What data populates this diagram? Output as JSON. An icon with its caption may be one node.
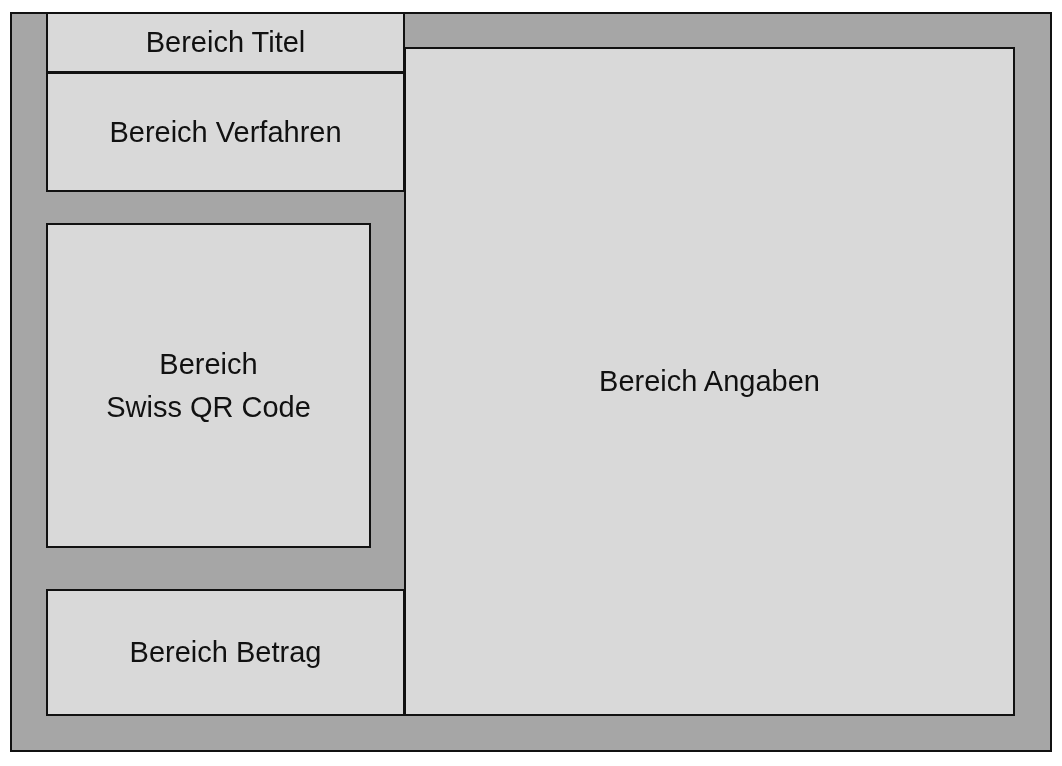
{
  "diagram": {
    "nodes": [
      {
        "text": [],
        "shape": "box"
      },
      {
        "text": [
          "Bereich Titel"
        ],
        "in": 0
      },
      {
        "text": [
          "Bereich Verfahren"
        ],
        "in": 0
      },
      {
        "text": [
          "Bereich Swiss QR Code"
        ],
        "in": 0
      },
      {
        "text": [
          "Bereich Angaben"
        ],
        "in": 0
      },
      {
        "text": [
          "Bereich Betrag"
        ],
        "in": 0
      }
    ]
  }
}
